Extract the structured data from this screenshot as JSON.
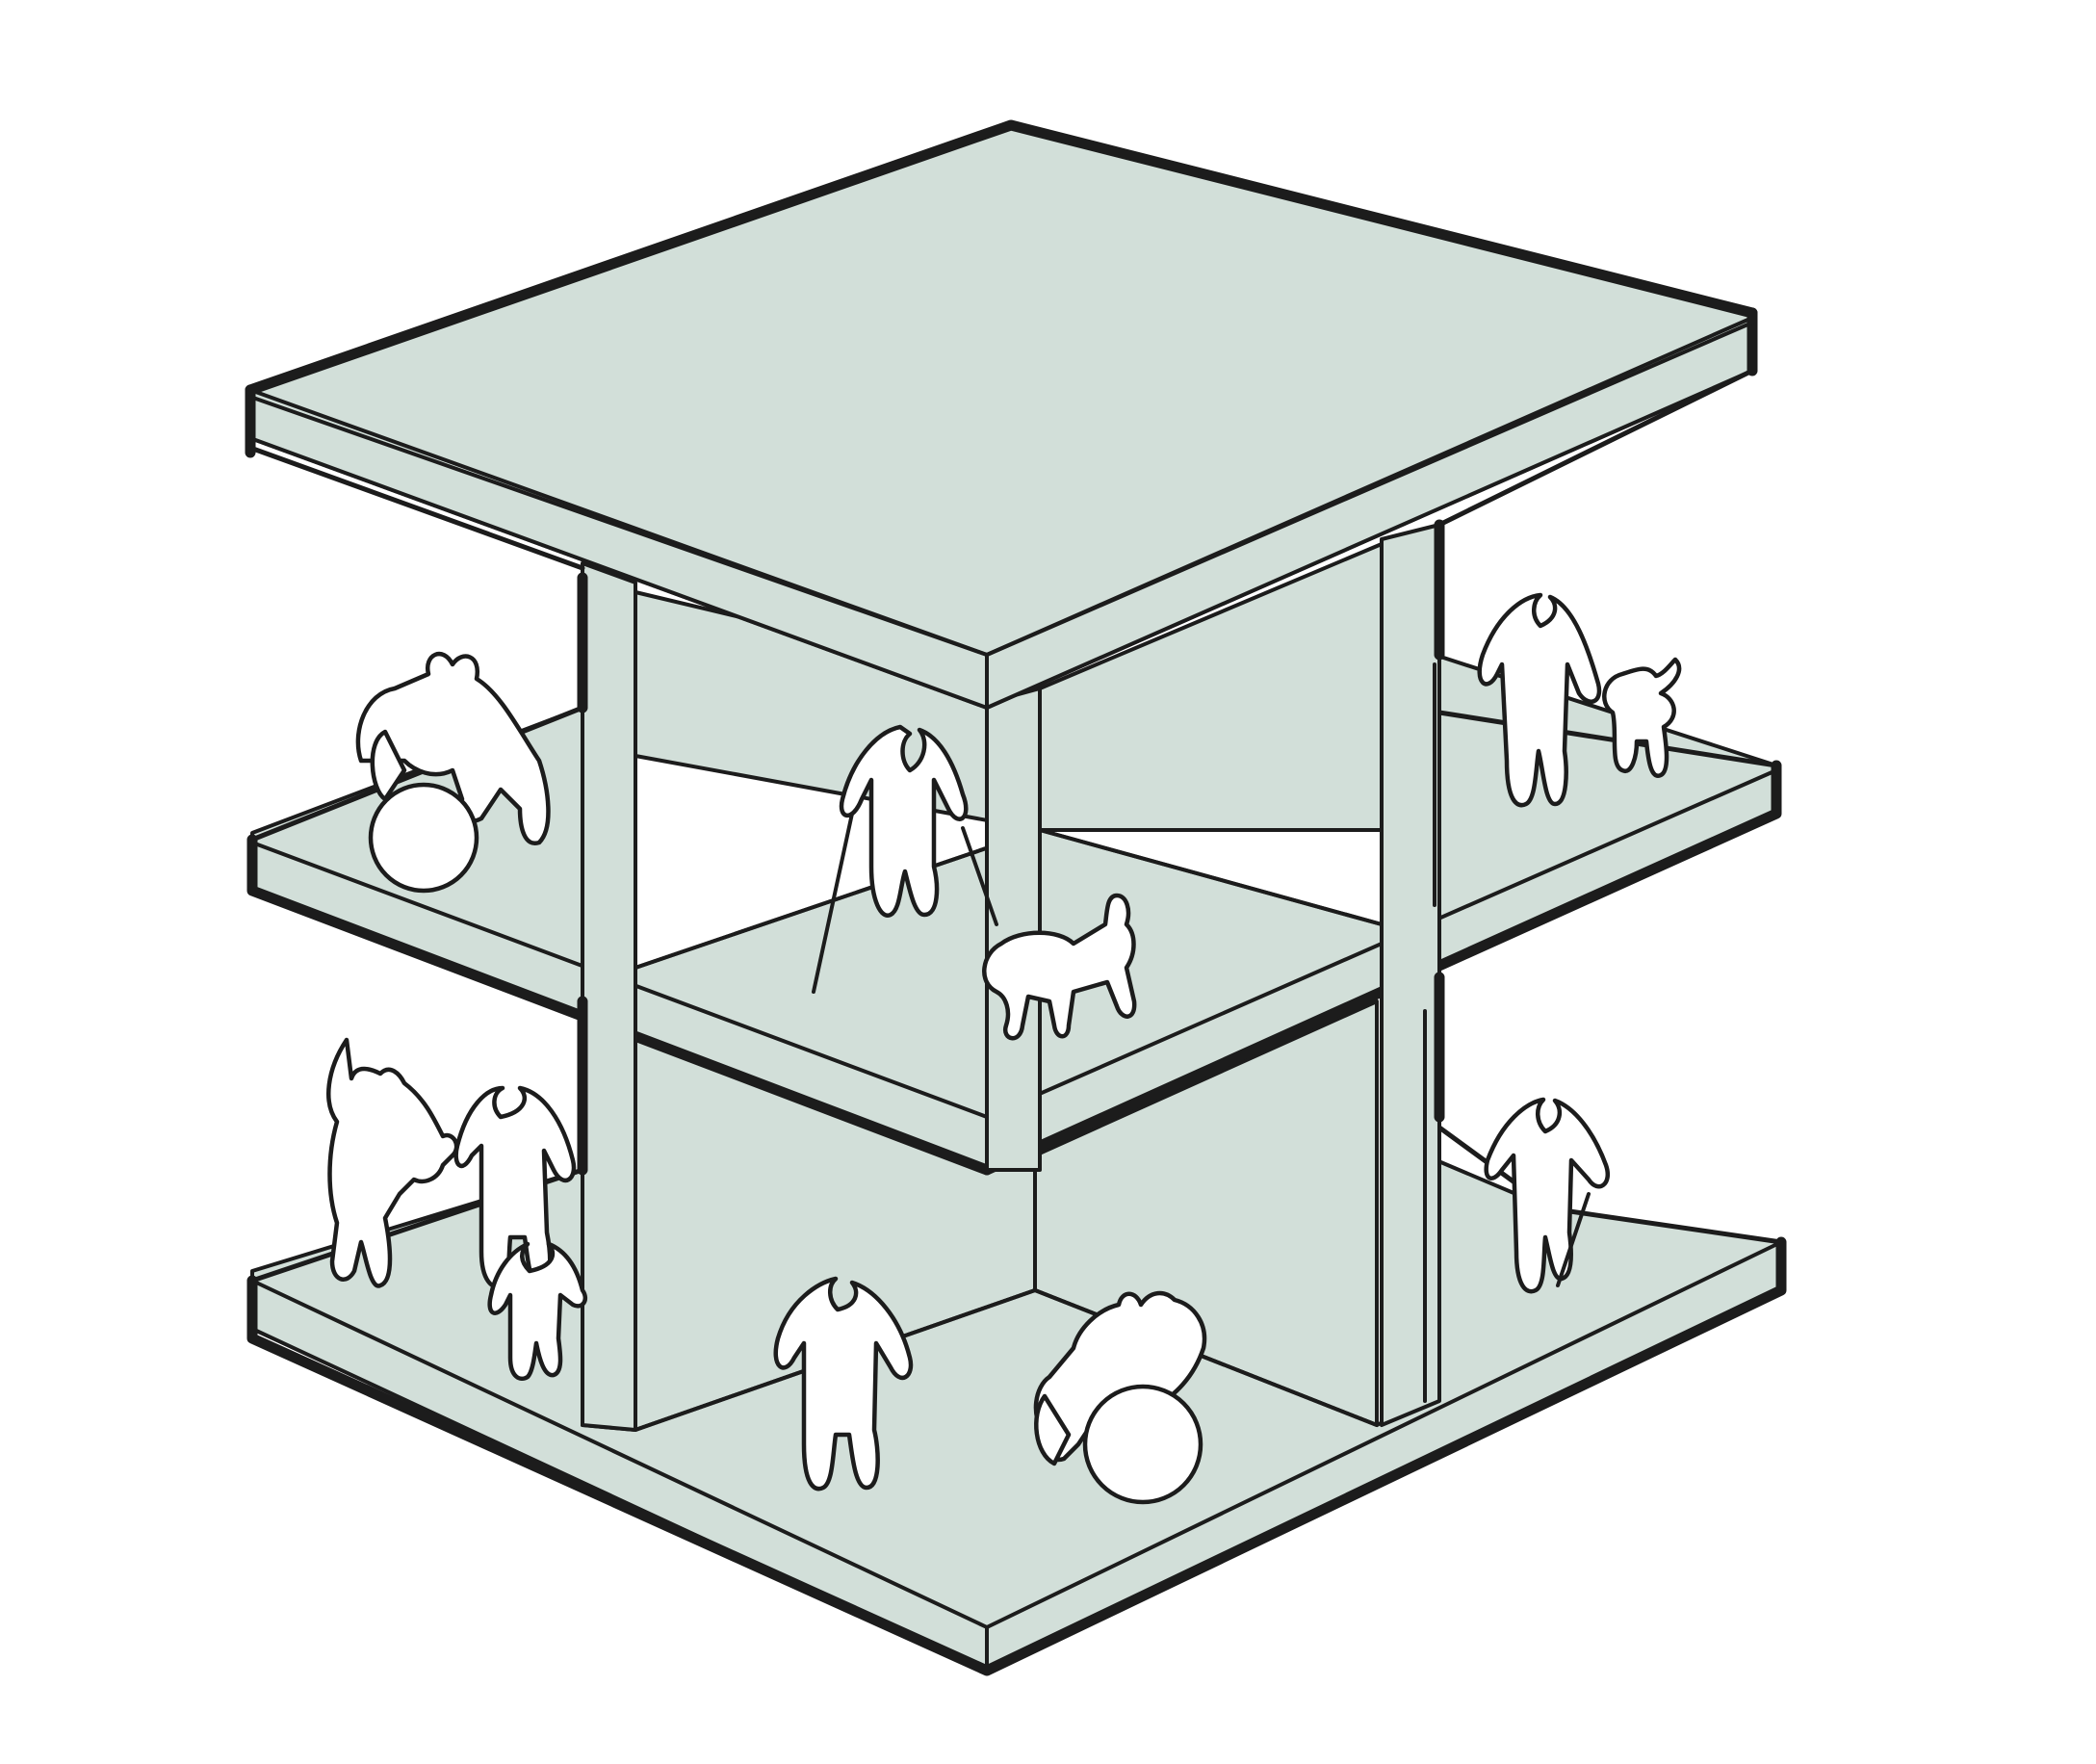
{
  "colors": {
    "background": "#ffffff",
    "slab": "#d2dfd9",
    "ink": "#1c1c1c",
    "figure_fill": "#ffffff"
  },
  "figures": [
    {
      "name": "wheelchair-user-upper-left",
      "icon": "wheelchair-icon"
    },
    {
      "name": "person-with-cane-and-dog",
      "icon": "person-cane-icon"
    },
    {
      "name": "dog-upper-center",
      "icon": "dog-icon"
    },
    {
      "name": "person-upper-right",
      "icon": "person-icon"
    },
    {
      "name": "small-dog-upper-right",
      "icon": "dog-icon"
    },
    {
      "name": "group-lower-left",
      "icon": "group-icon"
    },
    {
      "name": "person-lower-center",
      "icon": "person-icon"
    },
    {
      "name": "wheelchair-user-lower-center",
      "icon": "wheelchair-icon"
    },
    {
      "name": "person-with-cane-lower-right",
      "icon": "person-cane-icon"
    }
  ]
}
